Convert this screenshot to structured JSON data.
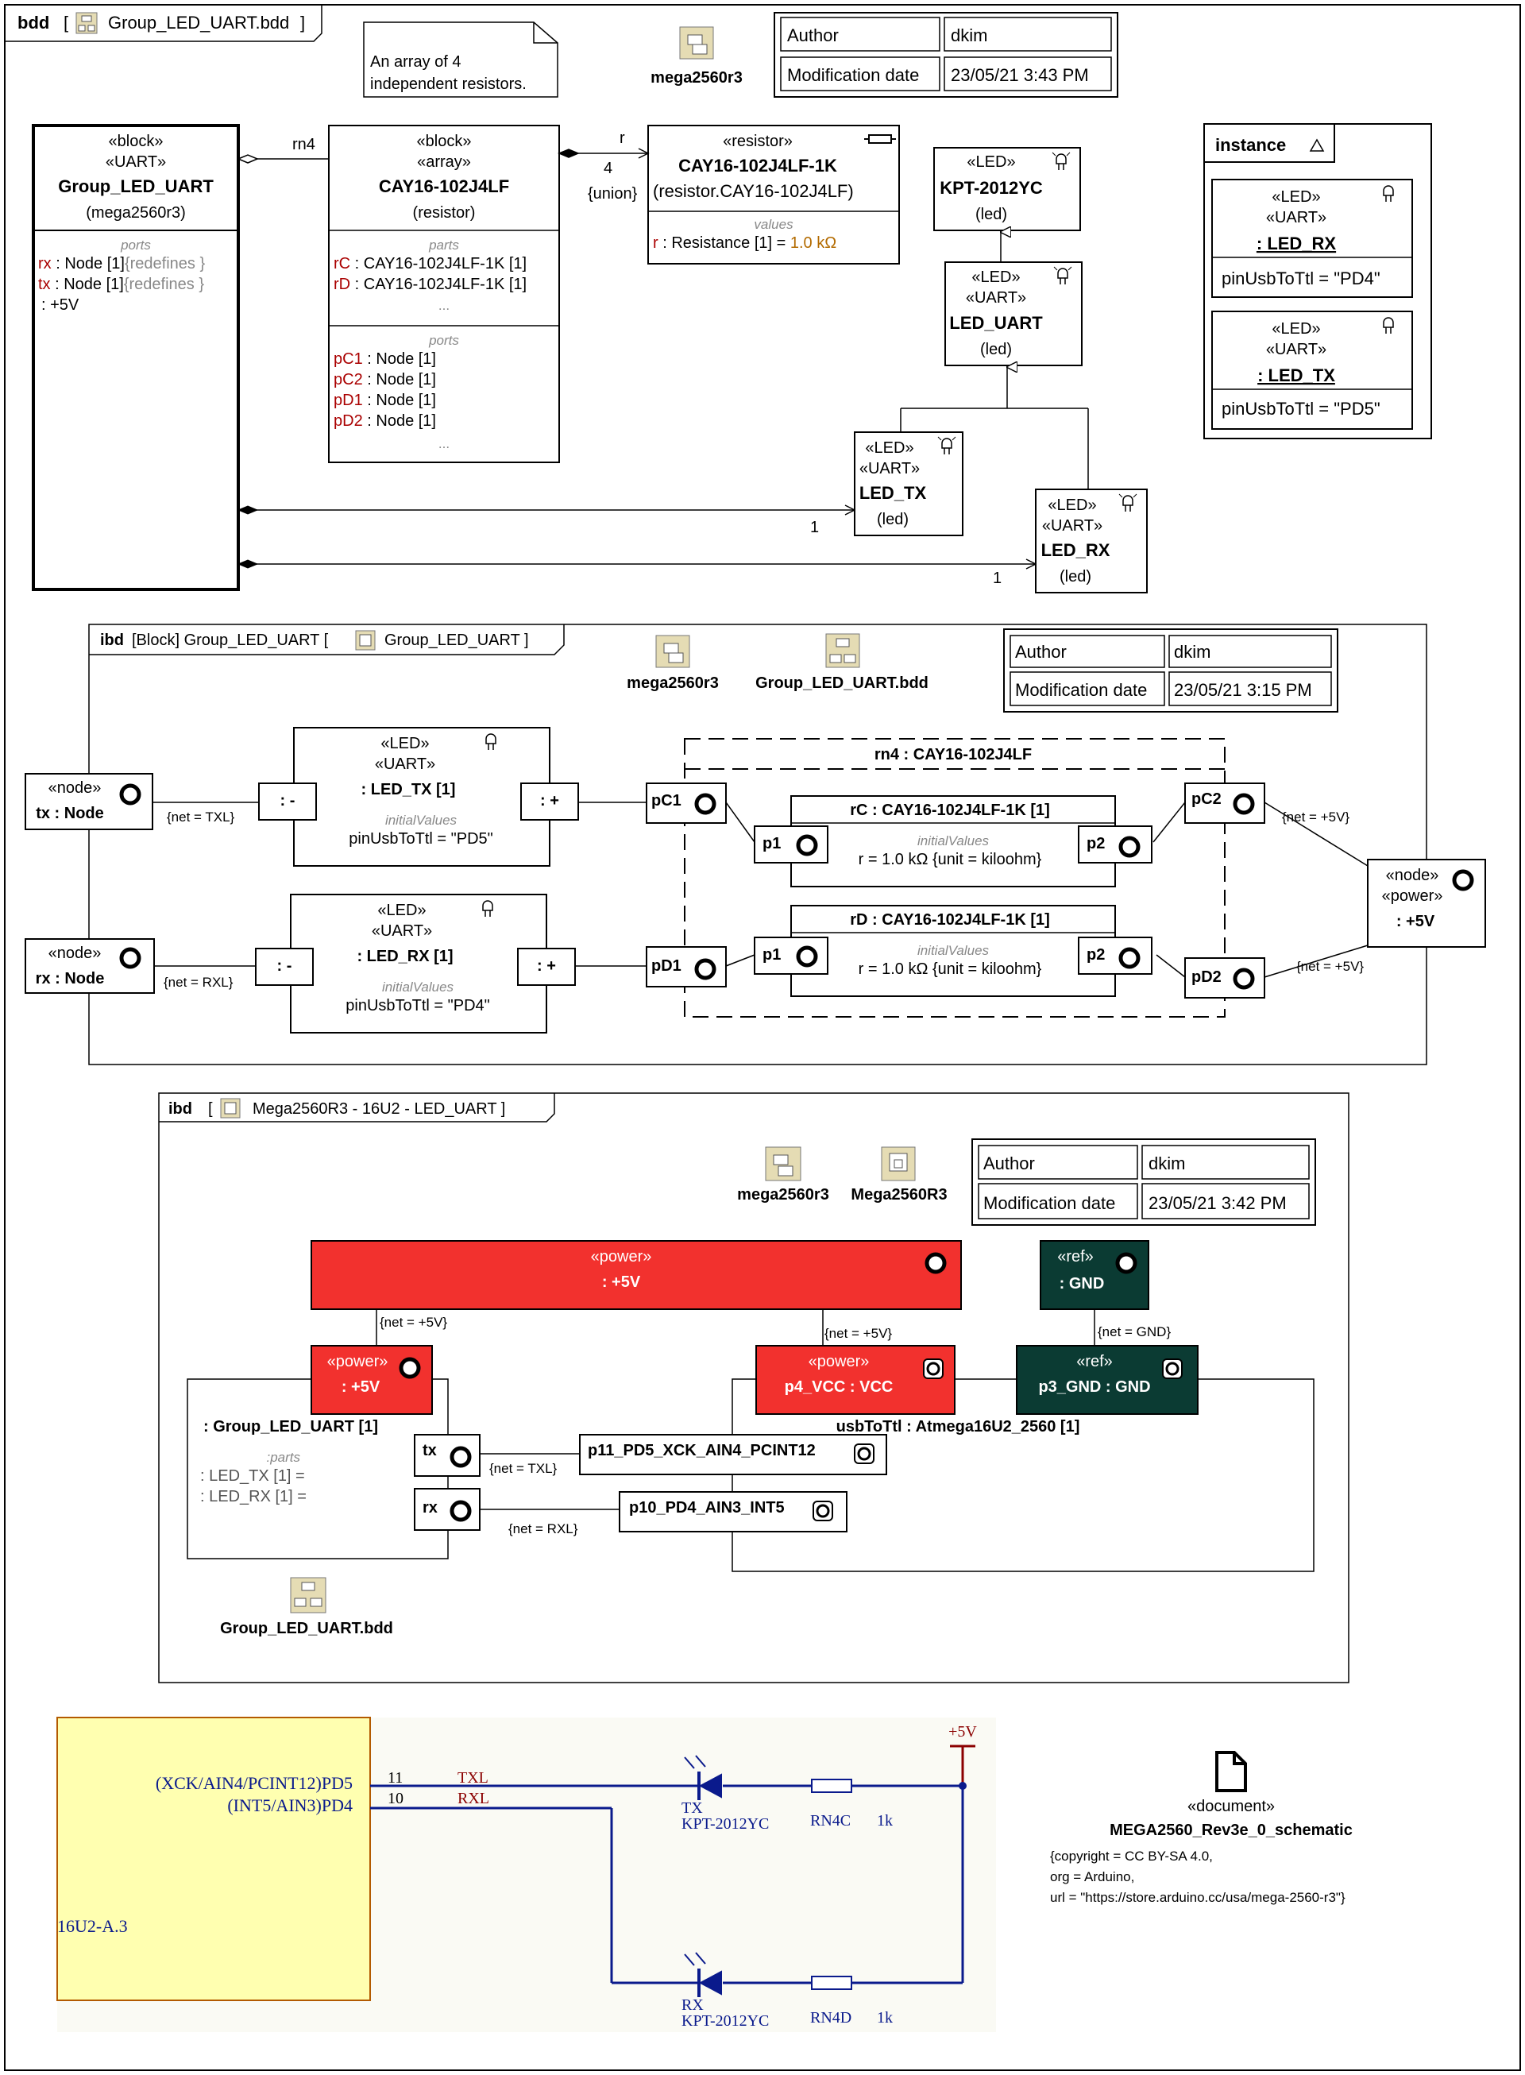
{
  "bdd": {
    "header": {
      "kind": "bdd",
      "name": "Group_LED_UART.bdd"
    },
    "note": [
      "An array of 4",
      "independent resistors."
    ],
    "pkg_label": "mega2560r3",
    "meta": {
      "author_label": "Author",
      "author": "dkim",
      "date_label": "Modification date",
      "date": "23/05/21 3:43 PM"
    },
    "group_block": {
      "stereo1": "«block»",
      "stereo2": "«UART»",
      "name": "Group_LED_UART",
      "owner": "(mega2560r3)",
      "ports_label": "ports",
      "ports": [
        {
          "name": "rx",
          "type": " : Node [1]",
          "extra": "{redefines }"
        },
        {
          "name": "tx",
          "type": " : Node [1]",
          "extra": "{redefines }"
        },
        {
          "name": "",
          "type": " : +5V",
          "extra": ""
        }
      ]
    },
    "array_block": {
      "stereo1": "«block»",
      "stereo2": "«array»",
      "name": "CAY16-102J4LF",
      "owner": "(resistor)",
      "parts_label": "parts",
      "parts": [
        {
          "name": "rC",
          "type": " : CAY16-102J4LF-1K [1]"
        },
        {
          "name": "rD",
          "type": " : CAY16-102J4LF-1K [1]"
        }
      ],
      "ellipsis": "...",
      "ports_label": "ports",
      "ports": [
        {
          "name": "pC1",
          "type": " : Node [1]"
        },
        {
          "name": "pC2",
          "type": " : Node [1]"
        },
        {
          "name": "pD1",
          "type": " : Node [1]"
        },
        {
          "name": "pD2",
          "type": " : Node [1]"
        }
      ]
    },
    "resistor_block": {
      "stereo": "«resistor»",
      "name": "CAY16-102J4LF-1K",
      "owner": "(resistor.CAY16-102J4LF)",
      "values_label": "values",
      "value_name": "r",
      "value_type": " : Resistance [1] = ",
      "value": "1.0 kΩ"
    },
    "assoc": {
      "rn4": "rn4",
      "r": "r",
      "mult4": "4",
      "union": "{union}",
      "one_a": "1",
      "one_b": "1"
    },
    "kpt": {
      "stereo": "«LED»",
      "name": "KPT-2012YC",
      "owner": "(led)"
    },
    "led_uart": {
      "stereo1": "«LED»",
      "stereo2": "«UART»",
      "name": "LED_UART",
      "owner": "(led)"
    },
    "led_tx": {
      "stereo1": "«LED»",
      "stereo2": "«UART»",
      "name": "LED_TX",
      "owner": "(led)"
    },
    "led_rx": {
      "stereo1": "«LED»",
      "stereo2": "«UART»",
      "name": "LED_RX",
      "owner": "(led)"
    },
    "instance": {
      "title": "instance",
      "items": [
        {
          "stereo1": "«LED»",
          "stereo2": "«UART»",
          "name": ": LED_RX",
          "slot": "pinUsbToTtl = \"PD4\""
        },
        {
          "stereo1": "«LED»",
          "stereo2": "«UART»",
          "name": ": LED_TX",
          "slot": "pinUsbToTtl = \"PD5\""
        }
      ]
    }
  },
  "ibd1": {
    "header": {
      "kind": "ibd",
      "context": "[Block] Group_LED_UART [",
      "name": "Group_LED_UART ]"
    },
    "pkg_label": "mega2560r3",
    "diag_label": "Group_LED_UART.bdd",
    "meta": {
      "author_label": "Author",
      "author": "dkim",
      "date_label": "Modification date",
      "date": "23/05/21 3:15 PM"
    },
    "tx_node": {
      "stereo": "«node»",
      "name": "tx : Node"
    },
    "rx_node": {
      "stereo": "«node»",
      "name": "rx : Node"
    },
    "power_node": {
      "stereo1": "«node»",
      "stereo2": "«power»",
      "name": ": +5V"
    },
    "led_tx": {
      "stereo1": "«LED»",
      "stereo2": "«UART»",
      "name": ": LED_TX [1]",
      "iv_label": "initialValues",
      "iv": "pinUsbToTtl = \"PD5\"",
      "minus": ": -",
      "plus": ": +"
    },
    "led_rx": {
      "stereo1": "«LED»",
      "stereo2": "«UART»",
      "name": ": LED_RX [1]",
      "iv_label": "initialValues",
      "iv": "pinUsbToTtl = \"PD4\"",
      "minus": ": -",
      "plus": ": +"
    },
    "rn4": {
      "title": "rn4 : CAY16-102J4LF",
      "pc1": "pC1",
      "pc2": "pC2",
      "pd1": "pD1",
      "pd2": "pD2"
    },
    "rc": {
      "name": "rC : CAY16-102J4LF-1K [1]",
      "iv_label": "initialValues",
      "iv": "r = 1.0 kΩ {unit = kiloohm}",
      "p1": "p1",
      "p2": "p2"
    },
    "rd": {
      "name": "rD : CAY16-102J4LF-1K [1]",
      "iv_label": "initialValues",
      "iv": "r = 1.0 kΩ {unit = kiloohm}",
      "p1": "p1",
      "p2": "p2"
    },
    "nets": {
      "txl": "{net = TXL}",
      "rxl": "{net = RXL}",
      "p5a": "{net = +5V}",
      "p5b": "{net = +5V}"
    }
  },
  "ibd2": {
    "header": {
      "kind": "ibd",
      "name": "Mega2560R3 - 16U2 - LED_UART ]"
    },
    "pkg_label": "mega2560r3",
    "pkg2_label": "Mega2560R3",
    "diag_label": "Group_LED_UART.bdd",
    "meta": {
      "author_label": "Author",
      "author": "dkim",
      "date_label": "Modification date",
      "date": "23/05/21 3:42 PM"
    },
    "power_top": {
      "stereo": "«power»",
      "name": ": +5V"
    },
    "gnd_top": {
      "stereo": "«ref»",
      "name": ": GND"
    },
    "group": {
      "name": ": Group_LED_UART [1]",
      "parts_label": ":parts",
      "parts": [
        ": LED_TX [1] =",
        ": LED_RX [1] ="
      ],
      "power": {
        "stereo": "«power»",
        "name": ": +5V"
      },
      "tx": "tx",
      "rx": "rx"
    },
    "usb": {
      "name": "usbToTtl : Atmega16U2_2560 [1]",
      "vcc": {
        "stereo": "«power»",
        "name": "p4_VCC : VCC"
      },
      "gnd": {
        "stereo": "«ref»",
        "name": "p3_GND : GND"
      },
      "p11": "p11_PD5_XCK_AIN4_PCINT12",
      "p10": "p10_PD4_AIN3_INT5"
    },
    "nets": {
      "p5a": "{net = +5V}",
      "p5b": "{net = +5V}",
      "gnd": "{net = GND}",
      "txl": "{net = TXL}",
      "rxl": "{net = RXL}"
    }
  },
  "schematic": {
    "pin1": "(XCK/AIN4/PCINT12)PD5",
    "pin2": "(INT5/AIN3)PD4",
    "num1": "11",
    "num2": "10",
    "net1": "TXL",
    "net2": "RXL",
    "chip": "16U2-A.3",
    "vcc": "+5V",
    "led1_name": "TX",
    "led1_part": "KPT-2012YC",
    "r1": "RN4C",
    "r1v": "1k",
    "led2_name": "RX",
    "led2_part": "KPT-2012YC",
    "r2": "RN4D",
    "r2v": "1k"
  },
  "document": {
    "stereo": "«document»",
    "name": "MEGA2560_Rev3e_0_schematic",
    "props": [
      "{copyright = CC BY-SA 4.0,",
      "org = Arduino,",
      "url = \"https://store.arduino.cc/usa/mega-2560-r3\"}"
    ]
  },
  "colors": {
    "power": "#f2312e",
    "ref": "#0b3b33",
    "chip": "#ffffb0",
    "wire": "#0a1a8c",
    "netlabel": "#8b0000",
    "pink": "#cc2222"
  }
}
